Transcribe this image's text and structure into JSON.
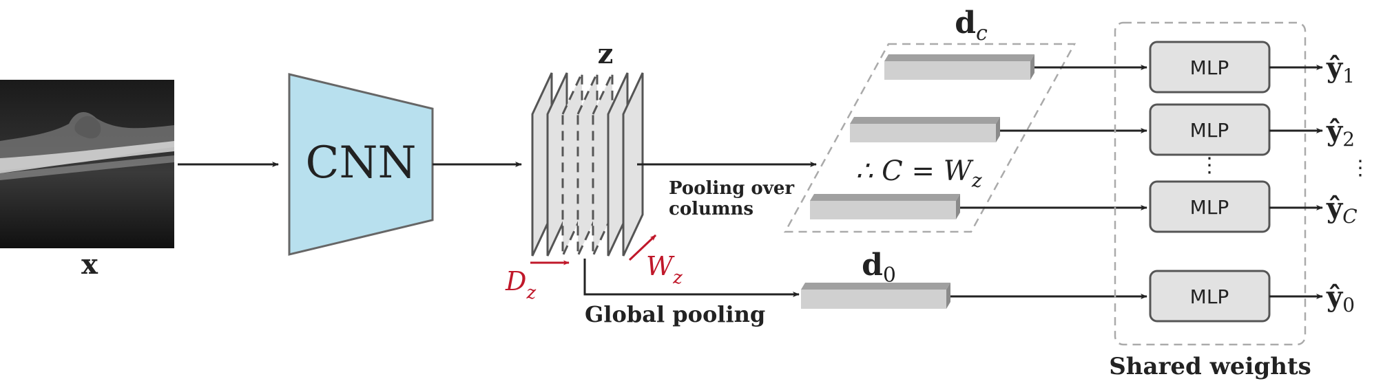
{
  "input": {
    "label": "x"
  },
  "encoder": {
    "label": "CNN"
  },
  "feature_map": {
    "label": "z",
    "depth_label": "D",
    "depth_sub": "z",
    "width_label": "W",
    "width_sub": "z"
  },
  "column_features": {
    "label": "d",
    "label_sub": "c",
    "equation": "∴ C = W",
    "equation_sub": "z"
  },
  "global_feature": {
    "label": "d",
    "label_sub": "0"
  },
  "pooling_columns": {
    "line1": "Pooling over",
    "line2": "columns"
  },
  "global_pooling": {
    "label": "Global pooling"
  },
  "mlp_blocks": [
    "MLP",
    "MLP",
    "MLP",
    "MLP"
  ],
  "outputs": [
    {
      "label": "ŷ",
      "sub": "1"
    },
    {
      "label": "ŷ",
      "sub": "2"
    },
    {
      "label": "ŷ",
      "sub": "C"
    },
    {
      "label": "ŷ",
      "sub": "0"
    }
  ],
  "ellipsis": "⋮",
  "shared_weights": {
    "label": "Shared weights"
  },
  "colors": {
    "cnn_fill": "#b8e0ee",
    "accent_red": "#c0182a",
    "box_fill": "#e2e2e2",
    "bar_top": "#a0a0a0",
    "bar_front": "#d0d0d0"
  }
}
